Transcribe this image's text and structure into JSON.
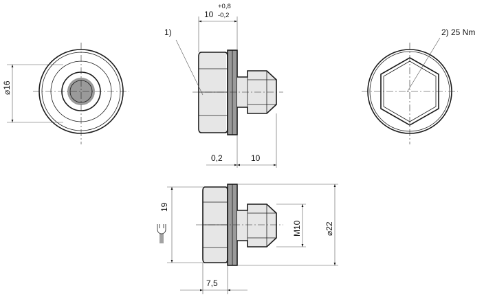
{
  "dimensions": {
    "dia_16": "16",
    "dia_symbol": "⌀",
    "width_10": "10",
    "tol_upper": "+0,8",
    "tol_lower": "-0,2",
    "gap_02": "0,2",
    "thread_len_10": "10",
    "across_flats_19": "19",
    "thread_m10": "M10",
    "dia_22": "22",
    "height_75": "7,5"
  },
  "notes": {
    "note1": "1)",
    "note2": "2)  25 Nm"
  },
  "colors": {
    "line": "#1a1a1a",
    "shade": "#e6e6e6"
  },
  "icons": {
    "wrench": "wrench-icon"
  }
}
